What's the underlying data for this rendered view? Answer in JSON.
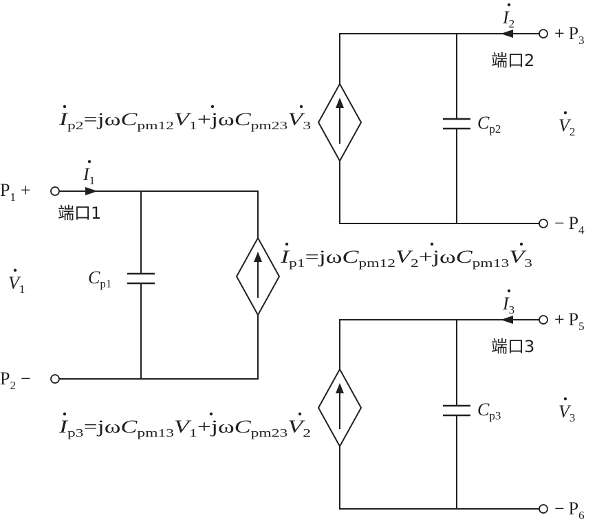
{
  "ports": {
    "p1": {
      "name": "P",
      "sub": "1",
      "sign": "+"
    },
    "p2": {
      "name": "P",
      "sub": "2",
      "sign": "−"
    },
    "p3": {
      "name": "P",
      "sub": "3",
      "sign": "+"
    },
    "p4": {
      "name": "P",
      "sub": "4",
      "sign": "−"
    },
    "p5": {
      "name": "P",
      "sub": "5",
      "sign": "+"
    },
    "p6": {
      "name": "P",
      "sub": "6",
      "sign": "−"
    }
  },
  "port_labels": {
    "port1": "端口1",
    "port2": "端口2",
    "port3": "端口3"
  },
  "currents": {
    "i1": {
      "sym": "I",
      "sub": "1"
    },
    "i2": {
      "sym": "I",
      "sub": "2"
    },
    "i3": {
      "sym": "I",
      "sub": "3"
    }
  },
  "voltages": {
    "v1": {
      "sym": "V",
      "sub": "1"
    },
    "v2": {
      "sym": "V",
      "sub": "2"
    },
    "v3": {
      "sym": "V",
      "sub": "3"
    }
  },
  "capacitors": {
    "cp1": {
      "sym": "C",
      "sub": "p1"
    },
    "cp2": {
      "sym": "C",
      "sub": "p2"
    },
    "cp3": {
      "sym": "C",
      "sub": "p3"
    }
  },
  "equations": {
    "ip1": {
      "lhs_sym": "I",
      "lhs_sub": "p1",
      "eq": "=jω",
      "c1": "C",
      "c1_sub": "pm12",
      "v1": "V",
      "v1_sub": "2",
      "plus": "+jω",
      "c2": "C",
      "c2_sub": "pm13",
      "v2": "V",
      "v2_sub": "3"
    },
    "ip2": {
      "lhs_sym": "I",
      "lhs_sub": "p2",
      "eq": "=jω",
      "c1": "C",
      "c1_sub": "pm12",
      "v1": "V",
      "v1_sub": "1",
      "plus": "+jω",
      "c2": "C",
      "c2_sub": "pm23",
      "v2": "V",
      "v2_sub": "3"
    },
    "ip3": {
      "lhs_sym": "I",
      "lhs_sub": "p3",
      "eq": "=jω",
      "c1": "C",
      "c1_sub": "pm13",
      "v1": "V",
      "v1_sub": "1",
      "plus": "+jω",
      "c2": "C",
      "c2_sub": "pm23",
      "v2": "V",
      "v2_sub": "2"
    }
  }
}
